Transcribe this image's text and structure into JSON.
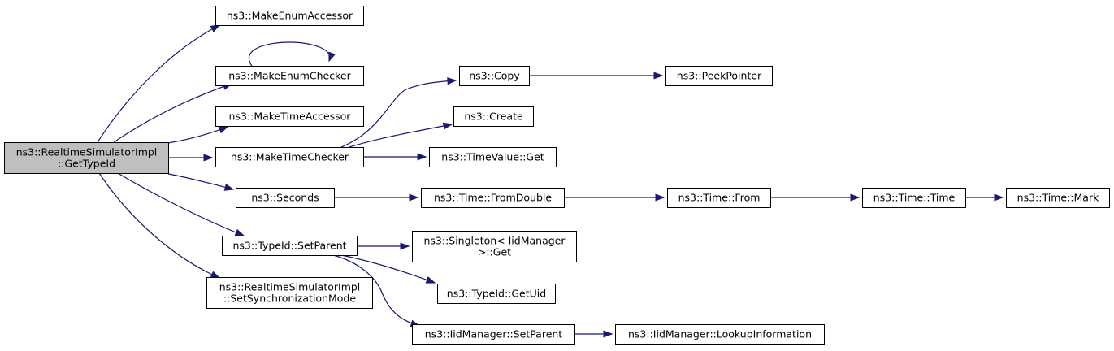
{
  "nodes": {
    "root": [
      "ns3::RealtimeSimulatorImpl",
      "::GetTypeId"
    ],
    "make_enum_accessor": [
      "ns3::MakeEnumAccessor"
    ],
    "make_enum_checker": [
      "ns3::MakeEnumChecker"
    ],
    "make_time_accessor": [
      "ns3::MakeTimeAccessor"
    ],
    "make_time_checker": [
      "ns3::MakeTimeChecker"
    ],
    "seconds": [
      "ns3::Seconds"
    ],
    "typeid_setparent": [
      "ns3::TypeId::SetParent"
    ],
    "set_sync_mode": [
      "ns3::RealtimeSimulatorImpl",
      "::SetSynchronizationMode"
    ],
    "copy": [
      "ns3::Copy"
    ],
    "create": [
      "ns3::Create"
    ],
    "timevalue_get": [
      "ns3::TimeValue::Get"
    ],
    "time_fromdouble": [
      "ns3::Time::FromDouble"
    ],
    "singleton_get": [
      "ns3::Singleton< IidManager",
      ">::Get"
    ],
    "typeid_getuid": [
      "ns3::TypeId::GetUid"
    ],
    "iidmanager_setparent": [
      "ns3::IidManager::SetParent"
    ],
    "peekpointer": [
      "ns3::PeekPointer"
    ],
    "time_from": [
      "ns3::Time::From"
    ],
    "iidmanager_lookup": [
      "ns3::IidManager::LookupInformation"
    ],
    "time_time": [
      "ns3::Time::Time"
    ],
    "time_mark": [
      "ns3::Time::Mark"
    ]
  },
  "edges": [
    [
      "root",
      "make_enum_accessor"
    ],
    [
      "root",
      "make_enum_checker"
    ],
    [
      "root",
      "make_time_accessor"
    ],
    [
      "root",
      "make_time_checker"
    ],
    [
      "root",
      "seconds"
    ],
    [
      "root",
      "typeid_setparent"
    ],
    [
      "root",
      "set_sync_mode"
    ],
    [
      "make_enum_checker",
      "make_enum_checker"
    ],
    [
      "make_time_checker",
      "copy"
    ],
    [
      "make_time_checker",
      "create"
    ],
    [
      "make_time_checker",
      "timevalue_get"
    ],
    [
      "copy",
      "peekpointer"
    ],
    [
      "seconds",
      "time_fromdouble"
    ],
    [
      "time_fromdouble",
      "time_from"
    ],
    [
      "time_from",
      "time_time"
    ],
    [
      "time_time",
      "time_mark"
    ],
    [
      "typeid_setparent",
      "singleton_get"
    ],
    [
      "typeid_setparent",
      "typeid_getuid"
    ],
    [
      "typeid_setparent",
      "iidmanager_setparent"
    ],
    [
      "iidmanager_setparent",
      "iidmanager_lookup"
    ]
  ],
  "colors": {
    "edge": "#191970",
    "root_fill": "#bfbfbf",
    "node_fill": "#ffffff",
    "node_border": "#000000"
  }
}
